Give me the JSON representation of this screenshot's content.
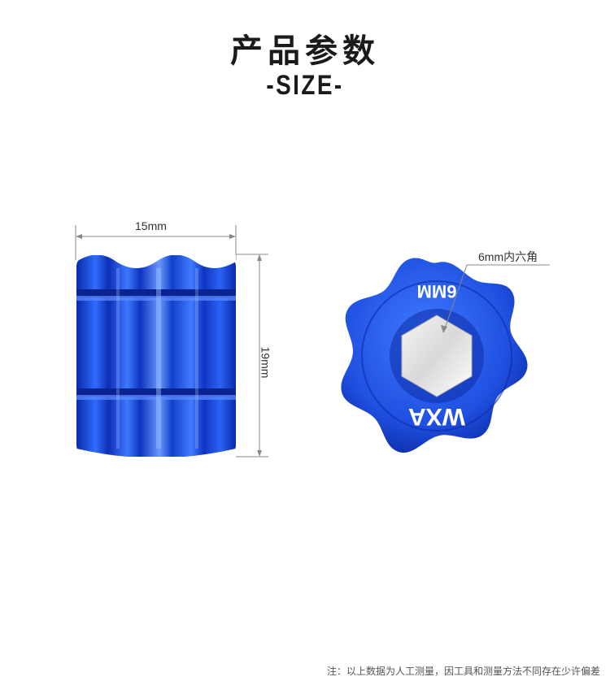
{
  "header": {
    "title_cn": "产品参数",
    "title_en": "-SIZE-"
  },
  "side_view": {
    "width_label": "15mm",
    "height_label": "19mm"
  },
  "top_view": {
    "callout_label": "6mm内六角",
    "engraving_top": "6MM",
    "engraving_bottom": "WXA"
  },
  "footer": {
    "note": "注：以上数据为人工测量，因工具和测量方法不同存在少许偏差"
  },
  "colors": {
    "part_blue": "#1f4fe0",
    "part_dark": "#0a2aa8",
    "part_light": "#5c8cff",
    "dimension_line": "#888888"
  }
}
